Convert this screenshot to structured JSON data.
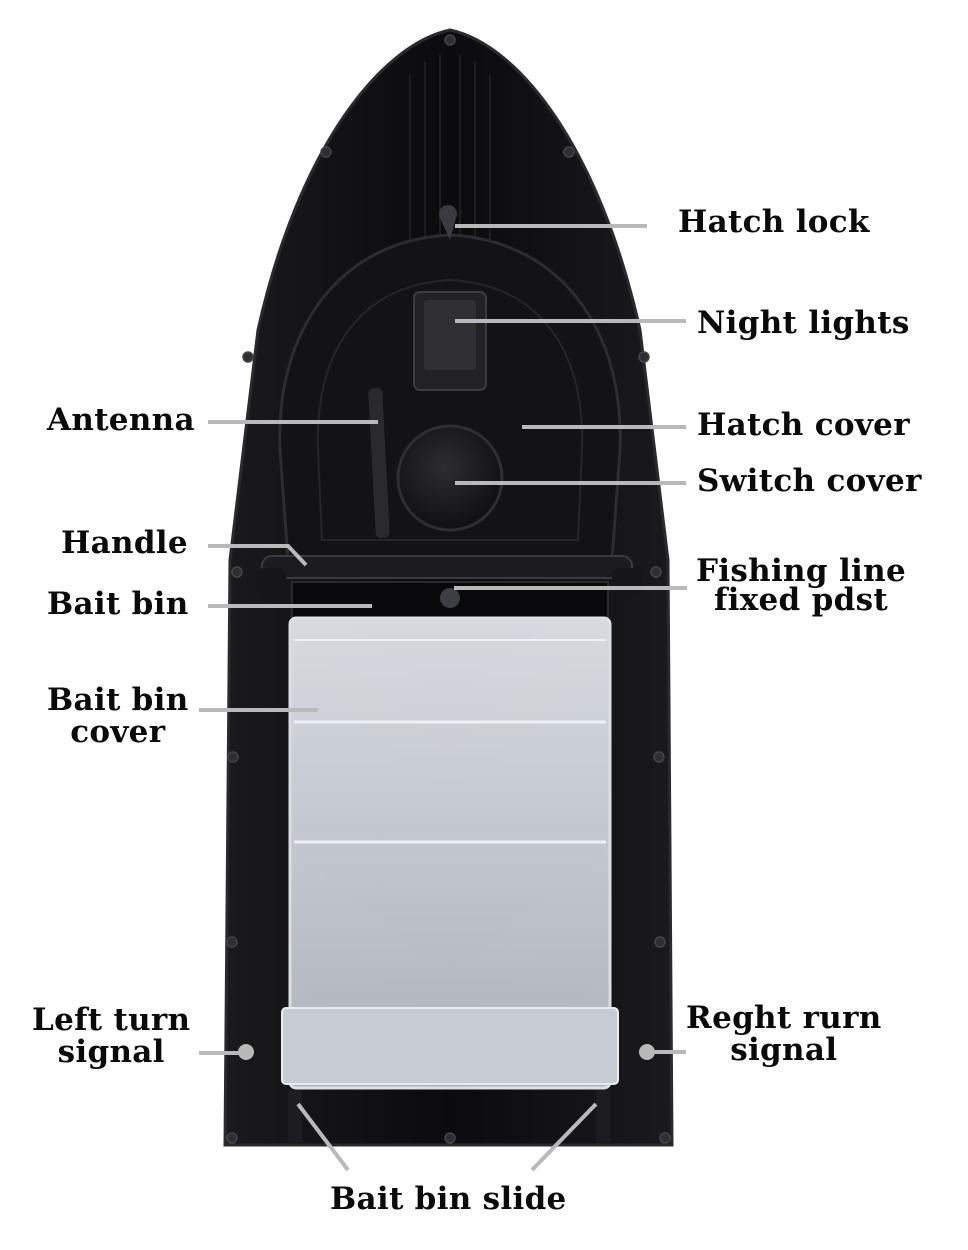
{
  "colors": {
    "background": "#ffffff",
    "hull": "#0c0c0e",
    "hull_edge": "#2a2a2e",
    "deck": "#141416",
    "leader_line": "#b9b9b9",
    "bin_frost": "#d9dde3",
    "label_text": "#0a0a0a"
  },
  "labels": {
    "hatch_lock": "Hatch lock",
    "night_lights": "Night lights",
    "antenna": "Antenna",
    "hatch_cover": "Hatch cover",
    "switch_cover": "Switch cover",
    "handle": "Handle",
    "fishing_line_1": "Fishing line",
    "fishing_line_2": "fixed pdst",
    "bait_bin": "Bait bin",
    "bait_bin_cover_1": "Bait bin",
    "bait_bin_cover_2": "cover",
    "left_turn_1": "Left turn",
    "left_turn_2": "signal",
    "right_turn_1": "Reght rurn",
    "right_turn_2": "signal",
    "bait_bin_slide": "Bait bin slide"
  }
}
